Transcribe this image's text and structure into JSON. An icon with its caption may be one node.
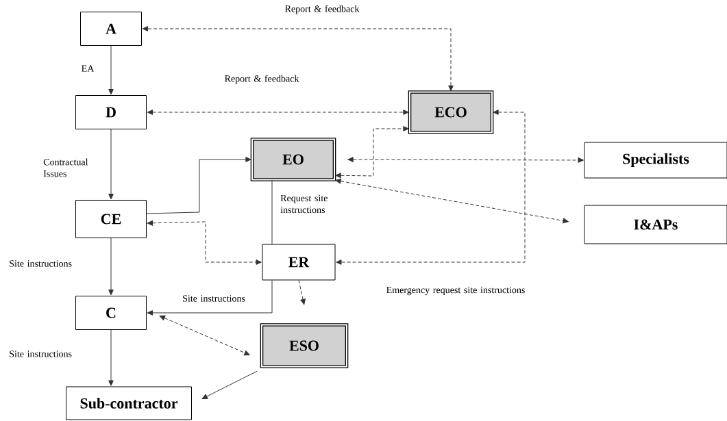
{
  "diagram": {
    "nodes": [
      {
        "text": [
          "A"
        ]
      },
      {
        "text": [
          "D"
        ]
      },
      {
        "text": [
          "ECO"
        ]
      },
      {
        "text": [
          "EO"
        ]
      },
      {
        "text": [
          "Specialists"
        ]
      },
      {
        "text": [
          "CE"
        ]
      },
      {
        "text": [
          "I&APs"
        ]
      },
      {
        "text": [
          "ER"
        ]
      },
      {
        "text": [
          "C"
        ]
      },
      {
        "text": [
          "ESO"
        ]
      },
      {
        "text": [
          "Sub-contractor"
        ]
      }
    ],
    "edges": [
      {
        "from": 0,
        "to": 1,
        "arrow": "to",
        "label": "EA"
      },
      {
        "from": 1,
        "to": 5,
        "arrow": "to",
        "label": "Contractual Issues"
      },
      {
        "from": 5,
        "to": 8,
        "arrow": "to",
        "label": "Site instructions"
      },
      {
        "from": 8,
        "to": 10,
        "arrow": "to",
        "label": "Site instructions"
      },
      {
        "from": 2,
        "to": 0,
        "arrow": "both",
        "style": "dashed",
        "label": "Report & feedback"
      },
      {
        "from": 1,
        "to": 2,
        "arrow": "both",
        "style": "dashed",
        "label": "Report & feedback"
      },
      {
        "from": 3,
        "to": 2,
        "arrow": "both",
        "style": "dashed"
      },
      {
        "from": 3,
        "to": 4,
        "arrow": "both",
        "style": "dashed"
      },
      {
        "from": 3,
        "to": 6,
        "arrow": "both",
        "style": "dashed"
      },
      {
        "from": 2,
        "to": 7,
        "arrow": "both",
        "style": "dashed",
        "label": "Emergency request site instructions"
      },
      {
        "from": 5,
        "to": 3,
        "arrow": "to"
      },
      {
        "from": 5,
        "to": 7,
        "arrow": "both",
        "style": "dashed"
      },
      {
        "from": 3,
        "to": 7,
        "arrow": "none",
        "label": "Request site instructions"
      },
      {
        "from": 7,
        "to": 8,
        "arrow": "to",
        "label": "Site instructions"
      },
      {
        "from": 7,
        "to": 9,
        "arrow": "to",
        "style": "dashed"
      },
      {
        "from": 8,
        "to": 9,
        "arrow": "both",
        "style": "dashed"
      },
      {
        "from": 9,
        "to": 10,
        "arrow": "to"
      }
    ]
  }
}
